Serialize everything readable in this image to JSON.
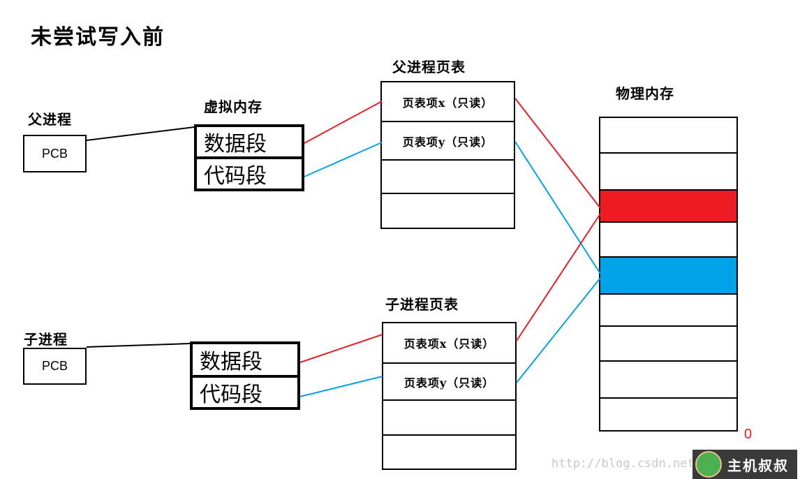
{
  "title": "未尝试写入前",
  "parent": {
    "label": "父进程",
    "pcb": "PCB",
    "vm_label": "虚拟内存",
    "vm_segments": [
      "数据段",
      "代码段"
    ],
    "page_table_title": "父进程页表",
    "page_table_rows": [
      "页表项x（只读）",
      "页表项y（只读）",
      "",
      ""
    ]
  },
  "child": {
    "label": "子进程",
    "pcb": "PCB",
    "vm_segments": [
      "数据段",
      "代码段"
    ],
    "page_table_title": "子进程页表",
    "page_table_rows": [
      "页表项x（只读）",
      "页表项y（只读）",
      "",
      ""
    ]
  },
  "physical_memory": {
    "title": "物理内存",
    "cells": [
      "empty",
      "empty",
      "red",
      "empty",
      "blue",
      "empty",
      "empty",
      "empty",
      "empty"
    ],
    "bottom_label": "0"
  },
  "colors": {
    "red": "#ed1c24",
    "blue": "#00a2e8",
    "line_black": "#000000"
  },
  "watermark": "http://blog.csdn.net",
  "logo_text": "主机叔叔"
}
